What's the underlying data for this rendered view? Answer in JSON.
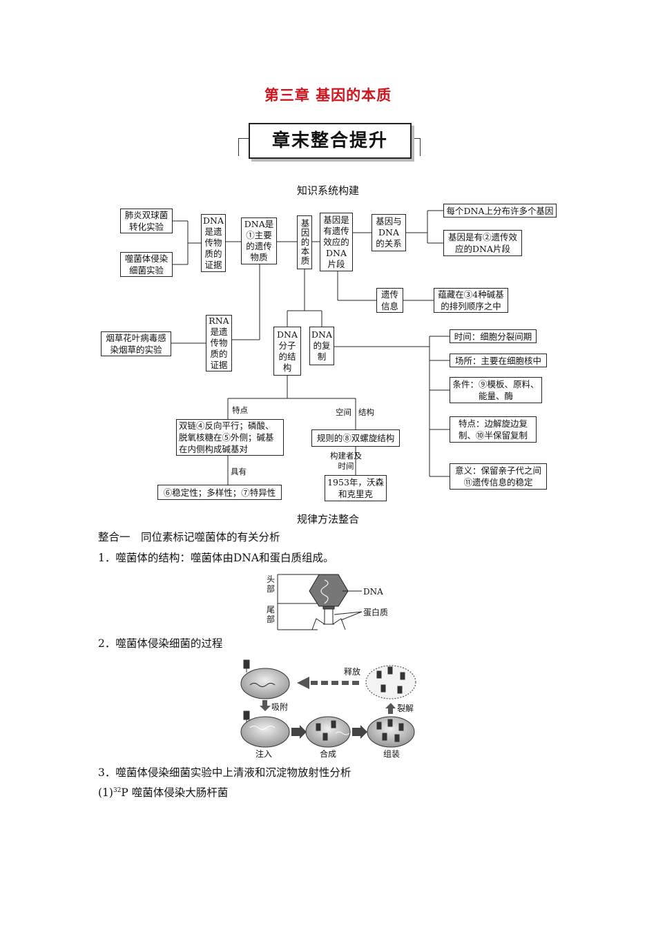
{
  "chapter_title": "第三章 基因的本质",
  "banner": "章末整合提升",
  "section1": "知识系统构建",
  "map": {
    "pneumo": "肺炎双球菌转化实验",
    "phage_exp": "噬菌体侵染细菌实验",
    "dna_evidence": "DNA是遗传物质的证据",
    "dna_main": "DNA是①主要的遗传物质",
    "gene_essence": "基因的本质",
    "gene_segment": "基因是有遗传效应的DNA片段",
    "gene_dna_rel": "基因与DNA的关系",
    "many_genes": "每个DNA上分布许多个基因",
    "gene_fragment": "基因是有②遗传效应的DNA片段",
    "genetic_info": "遗传信息",
    "base_order": "蕴藏在③4种碱基的排列顺序之中",
    "tmv_exp": "烟草花叶病毒感染烟草的实验",
    "rna_evidence": "RNA是遗传物质的证据",
    "dna_structure": "DNA分子的结构",
    "dna_replication": "DNA的复制",
    "rep_time": "时间：细胞分裂间期",
    "rep_place": "场所：主要在细胞核中",
    "rep_cond": "条件：⑨模板、原料、能量、酶",
    "rep_feat": "特点：边解旋边复制、⑩半保留复制",
    "rep_meaning": "意义：保留亲子代之间⑪遗传信息的稳定",
    "lbl_feature": "特点",
    "lbl_space": "空间",
    "lbl_structure": "结构",
    "double_chain": "双链④反向平行；磷酸、脱氧核糖在⑤外侧；碱基在内侧构成碱基对",
    "double_helix": "规则的⑧双螺旋结构",
    "lbl_builder": "构建者及时间",
    "builder": "1953年，沃森和克里克",
    "lbl_has": "具有",
    "properties": "⑥稳定性；多样性；⑦特异性"
  },
  "section2": "规律方法整合",
  "integrate1": "整合一　同位素标记噬菌体的有关分析",
  "p1": "1．噬菌体的结构：噬菌体由DNA和蛋白质组成。",
  "fig1": {
    "head": "头部",
    "tail": "尾部",
    "dna": "DNA",
    "protein": "蛋白质"
  },
  "p2": "2．噬菌体侵染细菌的过程",
  "fig2": {
    "release": "释放",
    "adsorb": "吸附",
    "lysis": "裂解",
    "inject": "注入",
    "synth": "合成",
    "assemble": "组装"
  },
  "p3": "3．噬菌体侵染细菌实验中上清液和沉淀物放射性分析",
  "p4_prefix": "(1)",
  "p4_sup": "32",
  "p4_rest": "P 噬菌体侵染大肠杆菌"
}
